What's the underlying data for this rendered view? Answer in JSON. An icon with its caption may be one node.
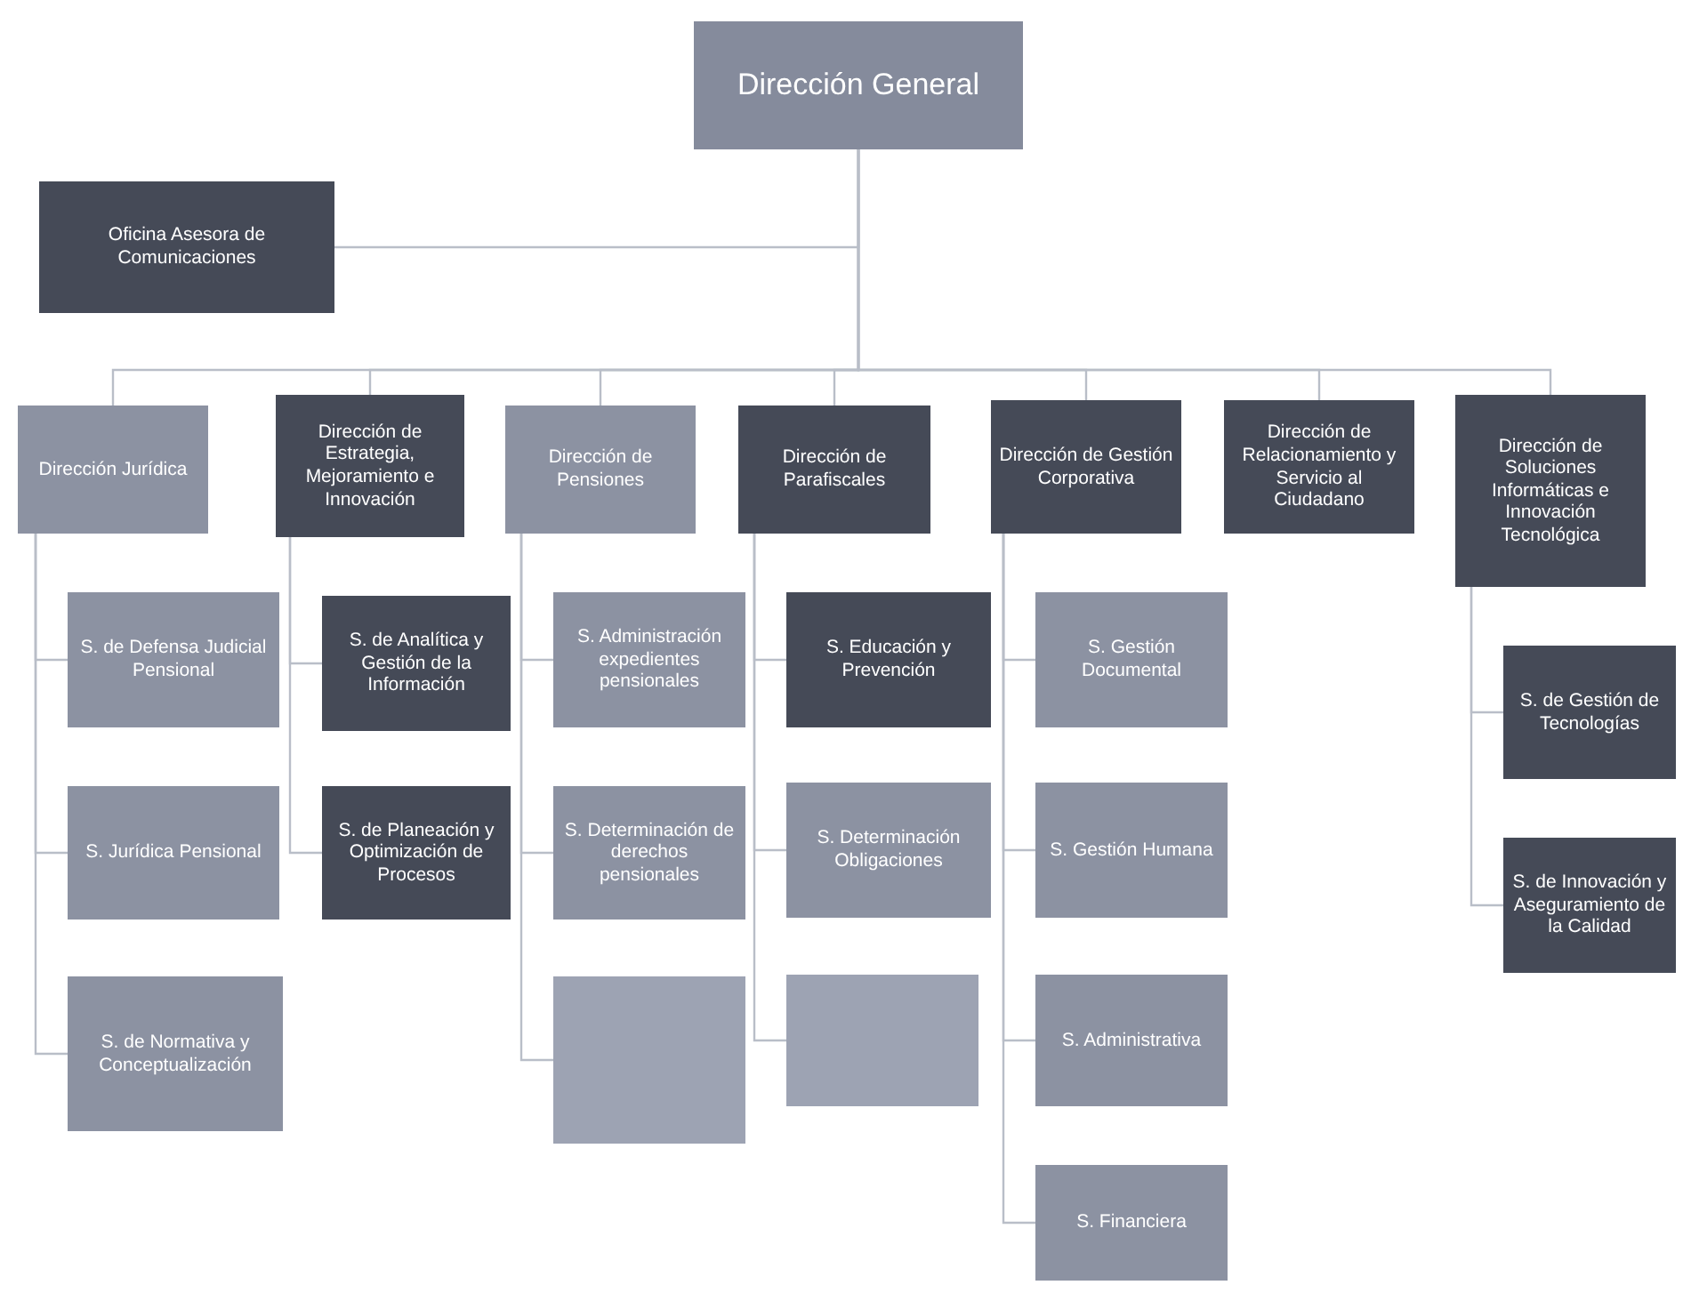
{
  "diagram": {
    "nodes": [
      {
        "text": [
          "Dirección General"
        ]
      },
      {
        "text": [
          "Oficina Asesora de Comunicaciones"
        ]
      },
      {
        "text": [
          "Dirección Jurídica"
        ]
      },
      {
        "text": [
          "Dirección de Estrategia, Mejoramiento e Innovación"
        ]
      },
      {
        "text": [
          "Dirección de Pensiones"
        ]
      },
      {
        "text": [
          "Dirección de Parafiscales"
        ]
      },
      {
        "text": [
          "Dirección de Gestión Corporativa"
        ]
      },
      {
        "text": [
          "Dirección de Relacionamiento y Servicio al Ciudadano"
        ]
      },
      {
        "text": [
          "Dirección de Soluciones Informáticas e Innovación Tecnológica"
        ]
      },
      {
        "text": [
          "S. de Defensa Judicial Pensional"
        ]
      },
      {
        "text": [
          "S. de Analítica y Gestión de la Información"
        ]
      },
      {
        "text": [
          "S. Administración expedientes pensionales"
        ]
      },
      {
        "text": [
          "S. Educación y Prevención"
        ]
      },
      {
        "text": [
          "S. Gestión Documental"
        ]
      },
      {
        "text": [
          "S. de Gestión de Tecnologías"
        ]
      },
      {
        "text": [
          "S. Jurídica Pensional"
        ]
      },
      {
        "text": [
          "S. de Planeación y Optimización de Procesos"
        ]
      },
      {
        "text": [
          "S. Determinación de derechos pensionales"
        ]
      },
      {
        "text": [
          "S. Determinación Obligaciones"
        ]
      },
      {
        "text": [
          "S. Gestión Humana"
        ]
      },
      {
        "text": [
          "S. de Innovación y Aseguramiento de la Calidad"
        ]
      },
      {
        "text": [
          "S. de Normativa y Conceptualización"
        ]
      },
      {
        "text": [],
        "shape": "box"
      },
      {
        "text": [],
        "shape": "box"
      },
      {
        "text": [
          "S. Administrativa"
        ]
      },
      {
        "text": [
          "S. Financiera"
        ]
      }
    ],
    "edges": [
      {
        "from": 0,
        "to": 1,
        "arrow": "none"
      },
      {
        "from": 0,
        "to": 2,
        "arrow": "none"
      },
      {
        "from": 0,
        "to": 3,
        "arrow": "none"
      },
      {
        "from": 0,
        "to": 4,
        "arrow": "none"
      },
      {
        "from": 0,
        "to": 5,
        "arrow": "none"
      },
      {
        "from": 0,
        "to": 6,
        "arrow": "none"
      },
      {
        "from": 0,
        "to": 7,
        "arrow": "none"
      },
      {
        "from": 0,
        "to": 8,
        "arrow": "none"
      },
      {
        "from": 2,
        "to": 9,
        "arrow": "none"
      },
      {
        "from": 2,
        "to": 15,
        "arrow": "none"
      },
      {
        "from": 2,
        "to": 21,
        "arrow": "none"
      },
      {
        "from": 3,
        "to": 10,
        "arrow": "none"
      },
      {
        "from": 3,
        "to": 16,
        "arrow": "none"
      },
      {
        "from": 4,
        "to": 11,
        "arrow": "none"
      },
      {
        "from": 4,
        "to": 17,
        "arrow": "none"
      },
      {
        "from": 4,
        "to": 22,
        "arrow": "none"
      },
      {
        "from": 5,
        "to": 12,
        "arrow": "none"
      },
      {
        "from": 5,
        "to": 18,
        "arrow": "none"
      },
      {
        "from": 5,
        "to": 23,
        "arrow": "none"
      },
      {
        "from": 6,
        "to": 13,
        "arrow": "none"
      },
      {
        "from": 6,
        "to": 19,
        "arrow": "none"
      },
      {
        "from": 6,
        "to": 24,
        "arrow": "none"
      },
      {
        "from": 6,
        "to": 25,
        "arrow": "none"
      },
      {
        "from": 8,
        "to": 14,
        "arrow": "none"
      },
      {
        "from": 8,
        "to": 20,
        "arrow": "none"
      }
    ]
  }
}
